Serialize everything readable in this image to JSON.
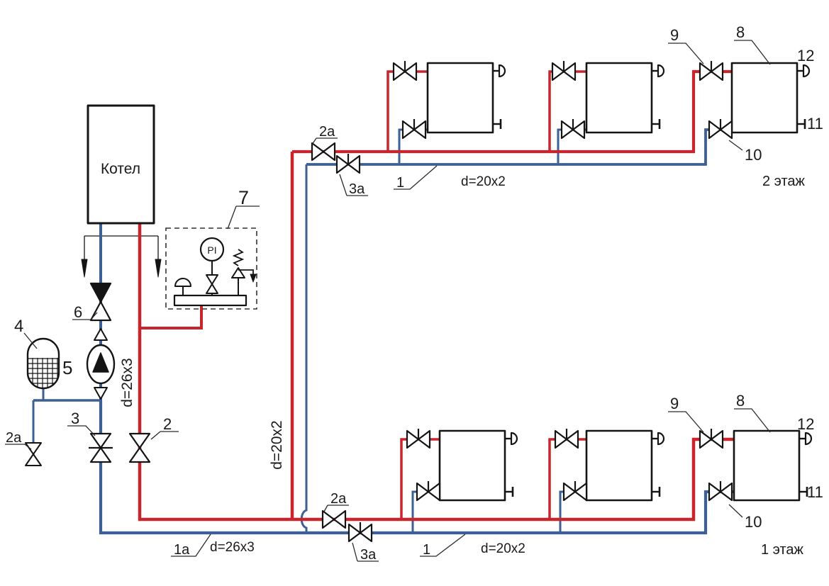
{
  "diagram": {
    "boiler": {
      "label": "Котел"
    },
    "gauge": {
      "label": "PI"
    },
    "floors": {
      "first": "1 этаж",
      "second": "2 этаж"
    },
    "pipes": {
      "main_spec": "d=26x3",
      "branch_spec": "d=20x2"
    },
    "callouts": {
      "n1": "1",
      "n1a": "1а",
      "n2": "2",
      "n2a": "2а",
      "n3": "3",
      "n3a": "3а",
      "n4": "4",
      "n5": "5",
      "n6": "6",
      "n7": "7",
      "n8": "8",
      "n9": "9",
      "n10": "10",
      "n11": "11",
      "n12": "12"
    },
    "colors": {
      "supply": "#c9252c",
      "return": "#3c5f94",
      "ink": "#141414"
    }
  }
}
